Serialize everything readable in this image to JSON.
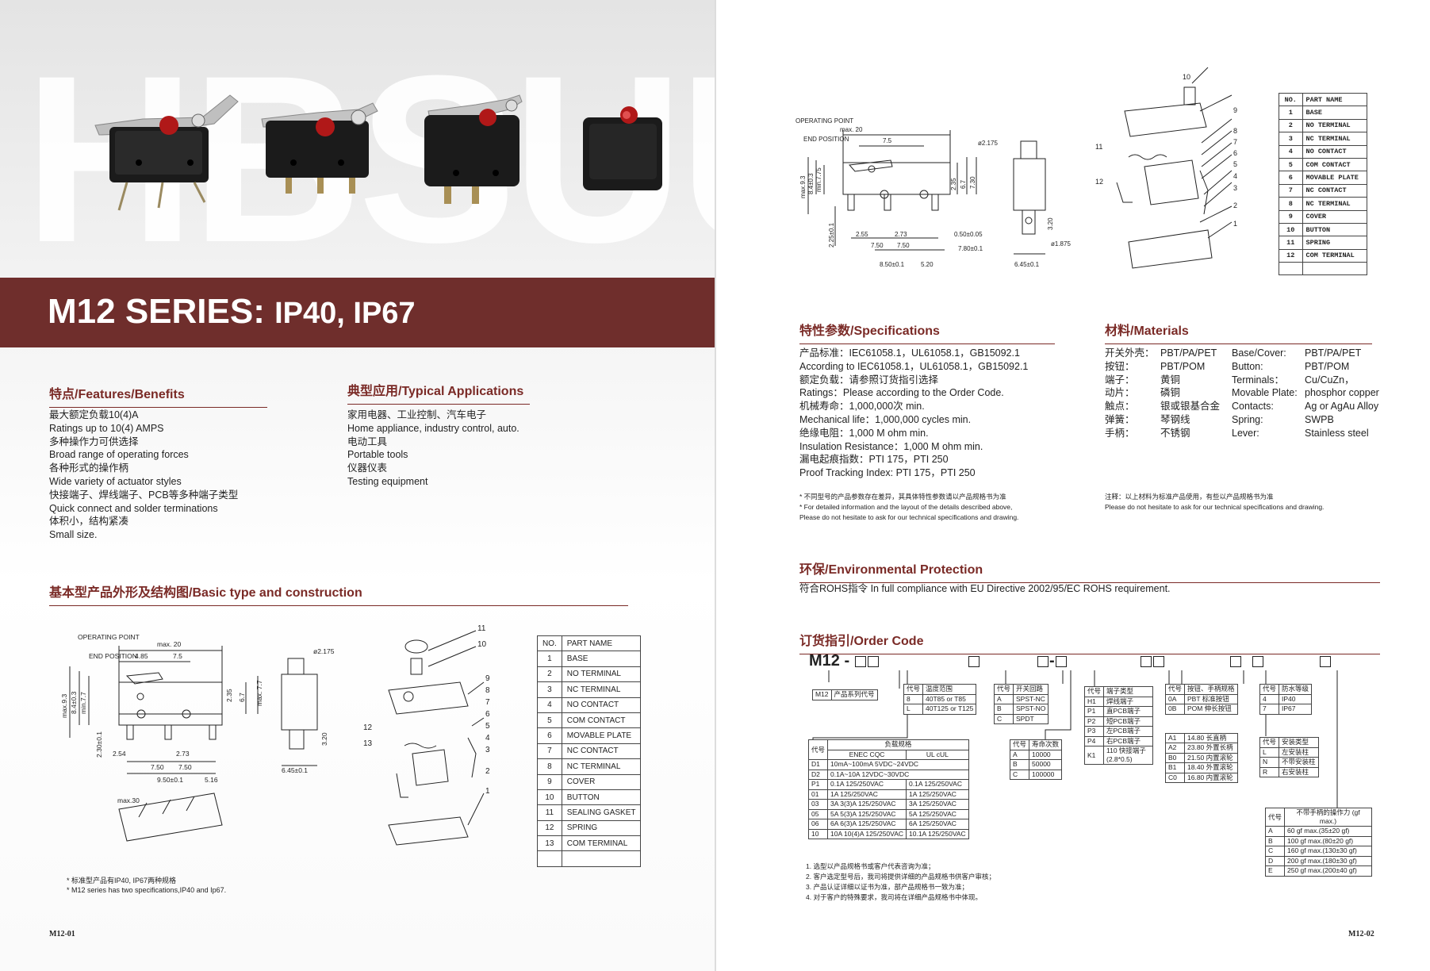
{
  "left": {
    "watermark": "HBSUU",
    "banner": {
      "series": "M12  SERIES: ",
      "ratings": "IP40, IP67"
    },
    "features": {
      "title": "特点/Features/Benefits",
      "lines": [
        "最大额定负载10(4)A",
        "Ratings up to 10(4) AMPS",
        "多种操作力可供选择",
        "Broad range of operating forces",
        "各种形式的操作柄",
        "Wide variety of actuator styles",
        "快接端子、焊线端子、PCB等多种端子类型",
        "Quick connect and solder terminations",
        "体积小，结构紧凑",
        "Small size."
      ]
    },
    "applications": {
      "title": "典型应用/Typical Applications",
      "lines": [
        "家用电器、工业控制、汽车电子",
        "Home appliance, industry control, auto.",
        "电动工具",
        "Portable tools",
        "仪器仪表",
        "Testing equipment"
      ]
    },
    "construction": {
      "title": "基本型产品外形及结构图/Basic type and construction"
    },
    "parts": {
      "header": [
        "NO.",
        "PART NAME"
      ],
      "rows": [
        [
          "1",
          "BASE"
        ],
        [
          "2",
          "NO TERMINAL"
        ],
        [
          "3",
          "NC TERMINAL"
        ],
        [
          "4",
          "NO CONTACT"
        ],
        [
          "5",
          "COM CONTACT"
        ],
        [
          "6",
          "MOVABLE PLATE"
        ],
        [
          "7",
          "NC CONTACT"
        ],
        [
          "8",
          "NC TERMINAL"
        ],
        [
          "9",
          "COVER"
        ],
        [
          "10",
          "BUTTON"
        ],
        [
          "11",
          "SEALING GASKET"
        ],
        [
          "12",
          "SPRING"
        ],
        [
          "13",
          "COM TERMINAL"
        ]
      ]
    },
    "drawing": {
      "operating_point": "OPERATING POINT",
      "end_position": "END POSITION",
      "dims": [
        "max. 20",
        "4.85",
        "7.5",
        "ø2.175",
        "2.35",
        "6.7",
        "max. 7.7",
        "max.9.3",
        "8.4±0.3",
        "min.7.7",
        "2.30±0.1",
        "2.54",
        "2.73",
        "7.50",
        "7.50",
        "9.50±0.1",
        "5.16",
        "6.45±0.1",
        "3.20",
        "max.30"
      ],
      "callouts": [
        "11",
        "10",
        "9",
        "8",
        "7",
        "6",
        "5",
        "4",
        "3",
        "2",
        "1",
        "12",
        "13"
      ]
    },
    "notes": [
      "* 标准型产品有IP40, IP67两种规格",
      "* M12 series has two specifications,IP40 and Ip67."
    ],
    "page_number": "M12-01"
  },
  "right": {
    "drawing": {
      "operating_point": "OPERATING POINT",
      "end_position": "END POSITION",
      "dims": [
        "max. 20",
        "7.5",
        "ø2.175",
        "max.9.3",
        "8.4±0.3",
        "min.7.75",
        "2.35",
        "6.7",
        "7.30",
        "2.25±0.1",
        "2.55",
        "2.73",
        "7.50",
        "7.50",
        "8.50±0.1",
        "5.20",
        "0.50±0.05",
        "7.80±0.1",
        "3.20",
        "ø1.875",
        "6.45±0.1"
      ],
      "callouts": [
        "10",
        "9",
        "8",
        "7",
        "6",
        "5",
        "4",
        "3",
        "2",
        "1",
        "11",
        "12"
      ]
    },
    "parts": {
      "header": [
        "NO.",
        "PART NAME"
      ],
      "rows": [
        [
          "1",
          "BASE"
        ],
        [
          "2",
          "NO TERMINAL"
        ],
        [
          "3",
          "NC TERMINAL"
        ],
        [
          "4",
          "NO CONTACT"
        ],
        [
          "5",
          "COM CONTACT"
        ],
        [
          "6",
          "MOVABLE PLATE"
        ],
        [
          "7",
          "NC CONTACT"
        ],
        [
          "8",
          "NC TERMINAL"
        ],
        [
          "9",
          "COVER"
        ],
        [
          "10",
          "BUTTON"
        ],
        [
          "11",
          "SPRING"
        ],
        [
          "12",
          "COM TERMINAL"
        ]
      ]
    },
    "specs": {
      "title": "特性参数/Specifications",
      "lines": [
        "产品标准：IEC61058.1，UL61058.1，GB15092.1",
        "According to IEC61058.1，UL61058.1，GB15092.1",
        "额定负载：请参照订货指引选择",
        "Ratings：Please according to the Order Code.",
        "机械寿命：1,000,000次 min.",
        "Mechanical life：1,000,000 cycles min.",
        "绝缘电阻：1,000 M ohm min.",
        "Insulation Resistance：1,000 M ohm min.",
        "漏电起痕指数：PTI 175，PTI 250",
        "Proof Tracking Index: PTI 175，PTI 250"
      ],
      "notes": [
        "* 不同型号的产品参数存在差异，其具体特性参数请以产品规格书为准",
        "* For detailed information and the layout of the details described above,",
        "Please do not hesitate to ask for our technical specifications and drawing."
      ]
    },
    "materials": {
      "title": "材料/Materials",
      "rows": [
        [
          "开关外壳：",
          "PBT/PA/PET",
          "Base/Cover:",
          "PBT/PA/PET"
        ],
        [
          "按钮：",
          "PBT/POM",
          "Button:",
          "PBT/POM"
        ],
        [
          "端子：",
          "黄铜",
          "Terminals：",
          "Cu/CuZn，"
        ],
        [
          "动片：",
          "磷铜",
          "Movable Plate:",
          "phosphor copper"
        ],
        [
          "触点：",
          "银或银基合金",
          "Contacts:",
          "Ag or AgAu Alloy"
        ],
        [
          "弹簧：",
          "琴钢线",
          "Spring:",
          "SWPB"
        ],
        [
          "手柄：",
          "不锈钢",
          "Lever:",
          "Stainless steel"
        ]
      ],
      "notes": [
        "注释：以上材料为标准产品使用，有些以产品规格书为准",
        "Please do not hesitate to ask for our technical specifications and drawing."
      ]
    },
    "env": {
      "title": "环保/Environmental Protection",
      "text": "符合ROHS指令    In full compliance with EU Directive 2002/95/EC ROHS requirement."
    },
    "order": {
      "title": "订货指引/Order Code",
      "code_prefix": "M12 -",
      "series": [
        "M12",
        "产品系列代号"
      ],
      "temp": {
        "header": [
          "代号",
          "温度范围"
        ],
        "rows": [
          [
            "8",
            "40T85 or T85"
          ],
          [
            "L",
            "40T125 or T125"
          ]
        ]
      },
      "circuit": {
        "header": [
          "代号",
          "开关回路"
        ],
        "rows": [
          [
            "A",
            "SPST-NC"
          ],
          [
            "B",
            "SPST-NO"
          ],
          [
            "C",
            "SPDT"
          ]
        ]
      },
      "terminal": {
        "header": [
          "代号",
          "端子类型"
        ],
        "rows": [
          [
            "H1",
            "焊线端子"
          ],
          [
            "P1",
            "直PCB端子"
          ],
          [
            "P2",
            "短PCB端子"
          ],
          [
            "P3",
            "左PCB端子"
          ],
          [
            "P4",
            "右PCB端子"
          ],
          [
            "K1",
            "110 快接端子 (2.8*0.5)"
          ]
        ]
      },
      "actuator": {
        "header": [
          "代号",
          "按钮、手柄规格"
        ],
        "rows": [
          [
            "0A",
            "PBT 标准按钮"
          ],
          [
            "0B",
            "POM 伸长按钮"
          ],
          [
            "",
            ""
          ],
          [
            "A1",
            "14.80 长直柄"
          ],
          [
            "A2",
            "23.80 外置长柄"
          ],
          [
            "B0",
            "21.50 内置滚轮"
          ],
          [
            "B1",
            "18.40 外置滚轮"
          ],
          [
            "C0",
            "16.80 内置滚轮"
          ]
        ]
      },
      "protection": {
        "header": [
          "代号",
          "防水等级"
        ],
        "rows": [
          [
            "4",
            "IP40"
          ],
          [
            "7",
            "IP67"
          ]
        ]
      },
      "mounting": {
        "header": [
          "代号",
          "安装类型"
        ],
        "rows": [
          [
            "L",
            "左安装柱"
          ],
          [
            "N",
            "不带安装柱"
          ],
          [
            "R",
            "右安装柱"
          ]
        ]
      },
      "life": {
        "header": [
          "代号",
          "寿命次数"
        ],
        "rows": [
          [
            "A",
            "10000"
          ],
          [
            "B",
            "50000"
          ],
          [
            "C",
            "100000"
          ]
        ]
      },
      "load": {
        "header": [
          "代号",
          "负载规格"
        ],
        "sub": [
          "ENEC CQC",
          "UL cUL"
        ],
        "rows": [
          [
            "D1",
            "10mA~100mA    5VDC~24VDC",
            ""
          ],
          [
            "D2",
            "0.1A~10A       12VDC~30VDC",
            ""
          ],
          [
            "P1",
            "0.1A 125/250VAC",
            "0.1A 125/250VAC"
          ],
          [
            "01",
            "1A 125/250VAC",
            "1A 125/250VAC"
          ],
          [
            "03",
            "3A 3(3)A 125/250VAC",
            "3A 125/250VAC"
          ],
          [
            "05",
            "5A 5(3)A 125/250VAC",
            "5A 125/250VAC"
          ],
          [
            "06",
            "6A 6(3)A 125/250VAC",
            "6A 125/250VAC"
          ],
          [
            "10",
            "10A 10(4)A 125/250VAC",
            "10.1A 125/250VAC"
          ]
        ]
      },
      "force": {
        "header": [
          "代号",
          "不带手柄的操作力 (gf max.)"
        ],
        "rows": [
          [
            "A",
            "60 gf max.(35±20 gf)"
          ],
          [
            "B",
            "100 gf max.(80±20 gf)"
          ],
          [
            "C",
            "160 gf max.(130±30 gf)"
          ],
          [
            "D",
            "200 gf max.(180±30 gf)"
          ],
          [
            "E",
            "250 gf max.(200±40 gf)"
          ]
        ]
      },
      "notes": [
        "1. 选型以产品规格书或客户代表咨询为准；",
        "2. 客户选定型号后，我司将提供详细的产品规格书供客户审核；",
        "3. 产品认证详细以证书为准，部产品规格书一致为准；",
        "4. 对于客户的特殊要求，我司将在详细产品规格书中体现。"
      ]
    },
    "page_number": "M12-02"
  }
}
